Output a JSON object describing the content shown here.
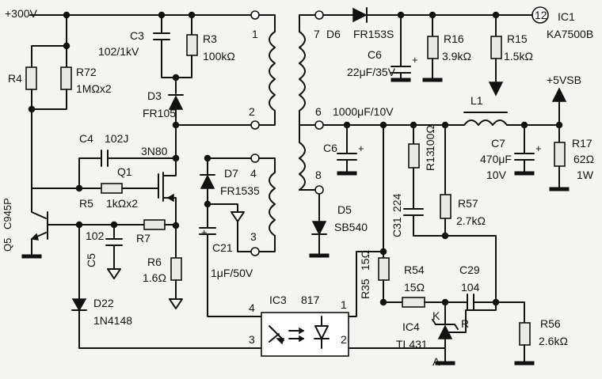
{
  "labels": {
    "supply": "+300V",
    "vsb": "+5VSB",
    "ic1_name": "IC1",
    "ic1_part": "KA7500B",
    "ic1_pin": "12",
    "r4": "R4",
    "r72": "R72",
    "r72_val": "1MΩx2",
    "c3": "C3",
    "c3_val": "102/1kV",
    "r3": "R3",
    "r3_val": "100kΩ",
    "d3": "D3",
    "d3_val": "FR105",
    "c4": "C4",
    "c4_val": "102J",
    "q1_part": "3N80",
    "q1": "Q1",
    "d7": "D7",
    "d7_val": "FR1535",
    "q5": "Q5",
    "q5_part": "C945P",
    "r5": "R5",
    "r5_val": "1kΩx2",
    "c5": "C5",
    "c5_val": "102",
    "r7": "R7",
    "r6": "R6",
    "r6_val": "1.6Ω",
    "c21": "C21",
    "c21_val": "1μF/50V",
    "d22": "D22",
    "d22_val": "1N4148",
    "ic3": "IC3",
    "ic3_part": "817",
    "d6": "D6",
    "d6_val": "FR153S",
    "c6a": "C6",
    "c6a_val": "22μF/35V",
    "r16": "R16",
    "r16_val": "3.9kΩ",
    "r15": "R15",
    "r15_val": "1.5kΩ",
    "tap6_cap": "1000μF/10V",
    "c6b": "C6",
    "l1": "L1",
    "c7": "C7",
    "c7_val1": "470μF",
    "c7_val2": "10V",
    "r17": "R17",
    "r17_val1": "62Ω",
    "r17_val2": "1W",
    "d5": "D5",
    "d5_val": "SB540",
    "r13": "R13",
    "r13_val": "100Ω",
    "c31": "C31",
    "c31_val": "224",
    "r57": "R57",
    "r57_val": "2.7kΩ",
    "r35": "R35",
    "r35_val": "15Ω",
    "r54": "R54",
    "r54_val": "15Ω",
    "c29": "C29",
    "c29_val": "104",
    "ic4": "IC4",
    "ic4_part": "TL431",
    "ic4_k": "K",
    "ic4_r": "R",
    "ic4_a": "A",
    "r56": "R56",
    "r56_val": "2.6kΩ"
  },
  "pins": {
    "t1": "1",
    "t2": "2",
    "t3": "3",
    "t4": "4",
    "t6": "6",
    "t7": "7",
    "t8": "8",
    "ic3_1": "1",
    "ic3_2": "2",
    "ic3_3": "3",
    "ic3_4": "4"
  }
}
